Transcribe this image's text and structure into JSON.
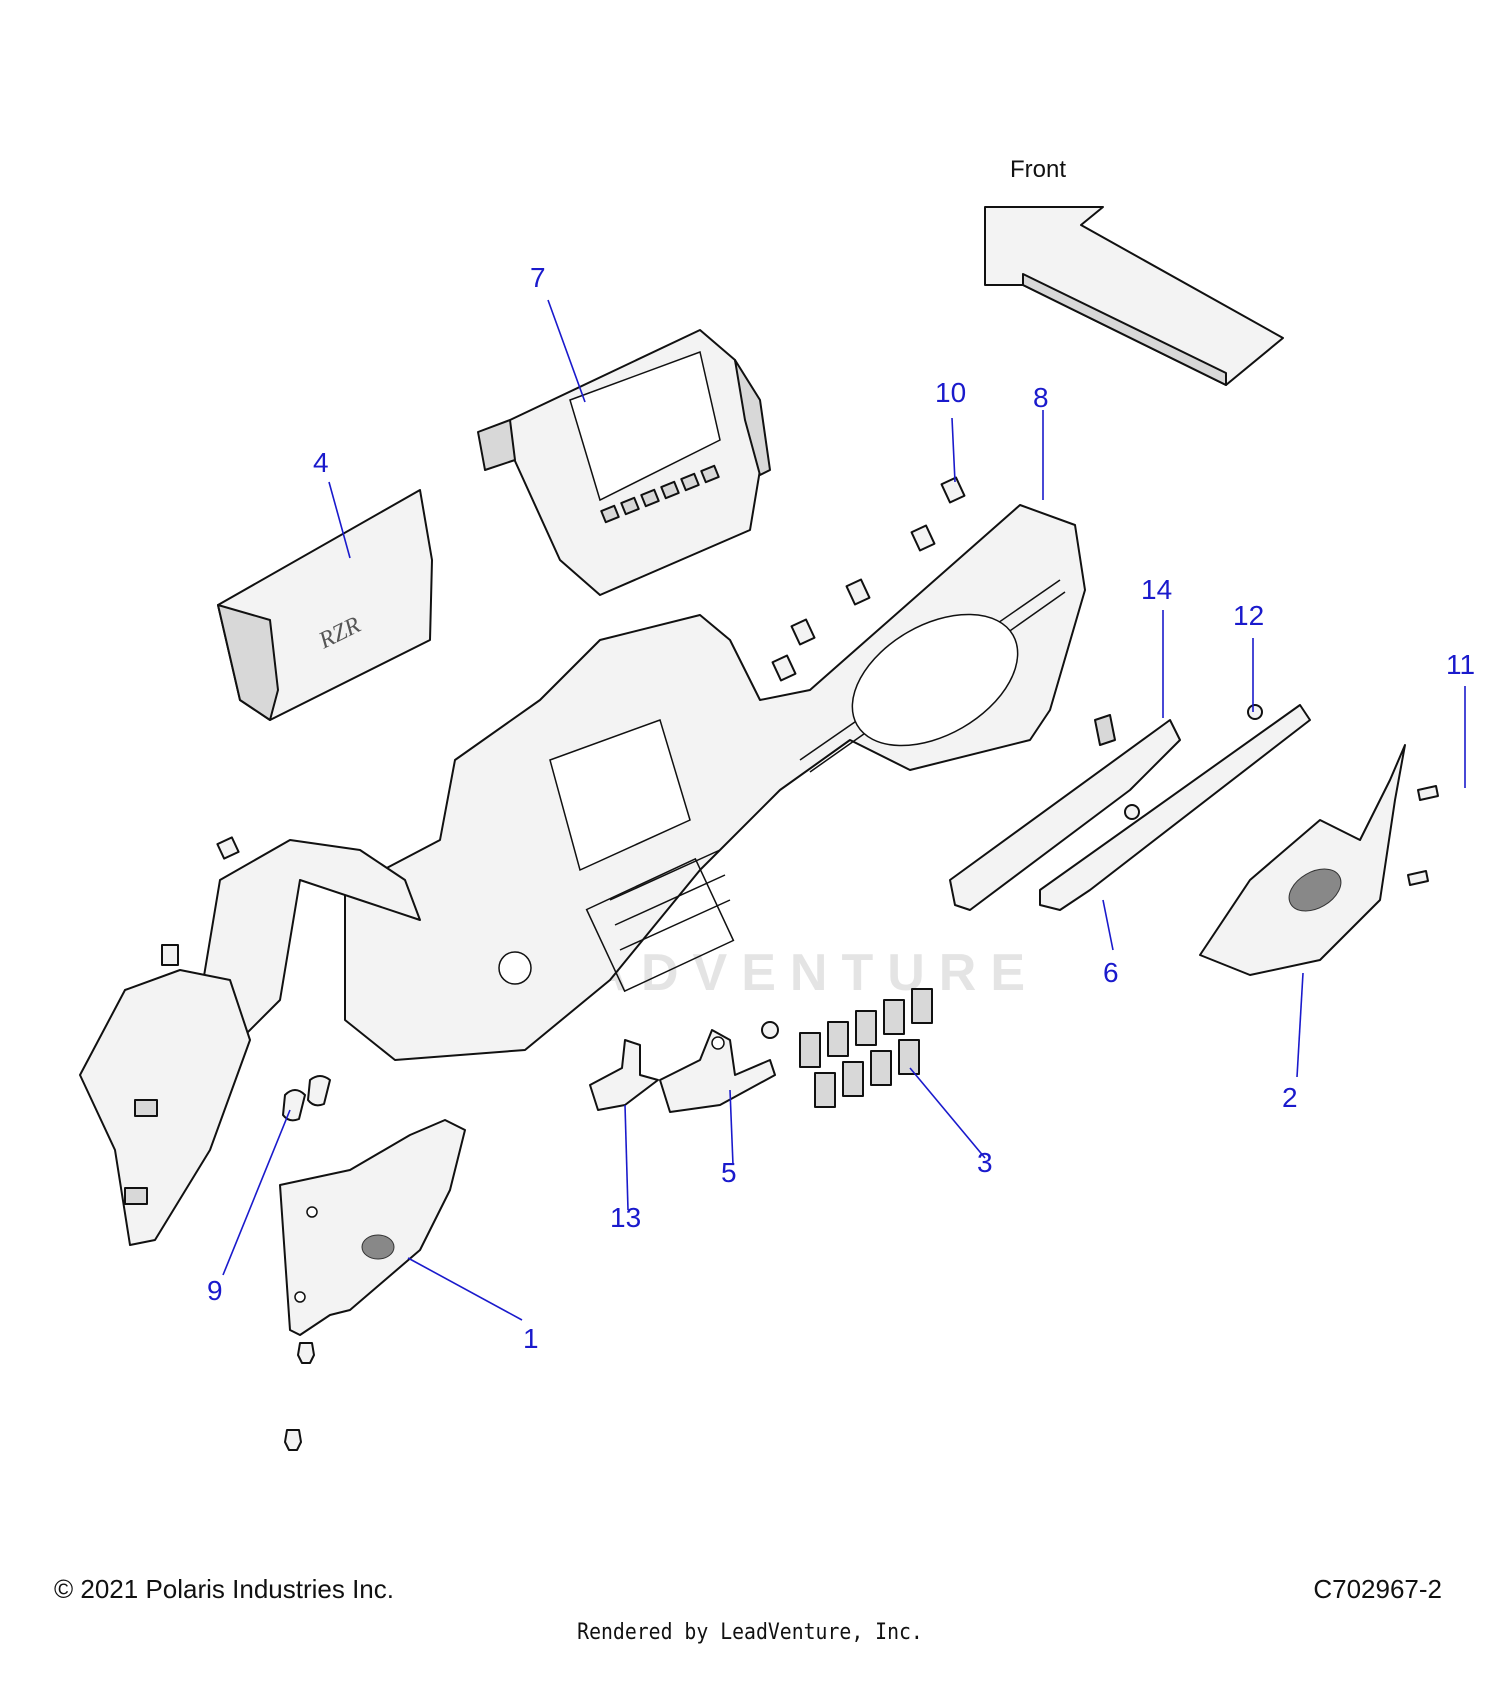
{
  "diagram": {
    "direction_label": "Front",
    "watermark": "LEADVENTURE",
    "emblem_text": "RZR",
    "callouts": [
      {
        "id": "1",
        "label": "1"
      },
      {
        "id": "2",
        "label": "2"
      },
      {
        "id": "3",
        "label": "3"
      },
      {
        "id": "4",
        "label": "4"
      },
      {
        "id": "5",
        "label": "5"
      },
      {
        "id": "6",
        "label": "6"
      },
      {
        "id": "7",
        "label": "7"
      },
      {
        "id": "8",
        "label": "8"
      },
      {
        "id": "9",
        "label": "9"
      },
      {
        "id": "10",
        "label": "10"
      },
      {
        "id": "11",
        "label": "11"
      },
      {
        "id": "12",
        "label": "12"
      },
      {
        "id": "13",
        "label": "13"
      },
      {
        "id": "14",
        "label": "14"
      }
    ]
  },
  "footer": {
    "copyright": "© 2021 Polaris Industries Inc.",
    "drawing_number": "C702967-2",
    "rendered_by": "Rendered by LeadVenture, Inc."
  }
}
